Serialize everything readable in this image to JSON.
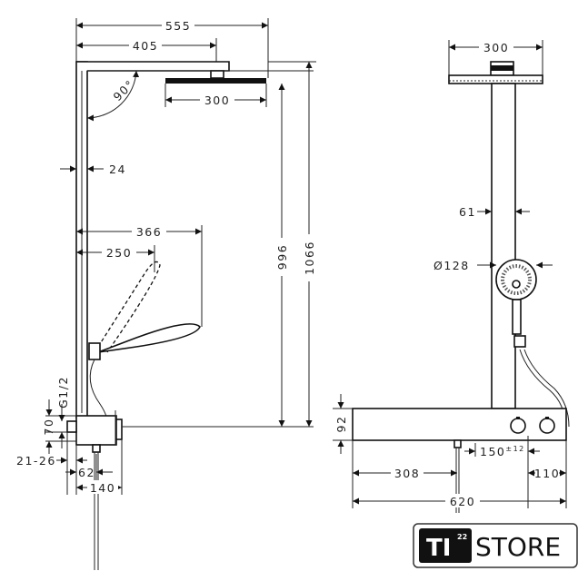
{
  "side_view": {
    "dims": {
      "overall_reach": "555",
      "arm_reach": "405",
      "head_width": "300",
      "angle": "90°",
      "rail_width": "24",
      "handshower_reach_max": "366",
      "handshower_reach_min": "250",
      "height_to_head": "996",
      "overall_height": "1066",
      "thread": "G1/2",
      "inlet_height": "70",
      "wall_offset": "21-26",
      "inlet_offset": "62",
      "mixer_depth": "140"
    }
  },
  "front_view": {
    "dims": {
      "head_width": "300",
      "rail_width": "61",
      "handshower_diameter": "Ø128",
      "mixer_height": "92",
      "inlet_spacing": "150",
      "inlet_spacing_tolerance": "±12",
      "inlet_left": "308",
      "right_edge": "110",
      "mixer_width": "620"
    }
  },
  "logo": {
    "mark": "TI",
    "superscript": "22",
    "text": "STORE"
  }
}
